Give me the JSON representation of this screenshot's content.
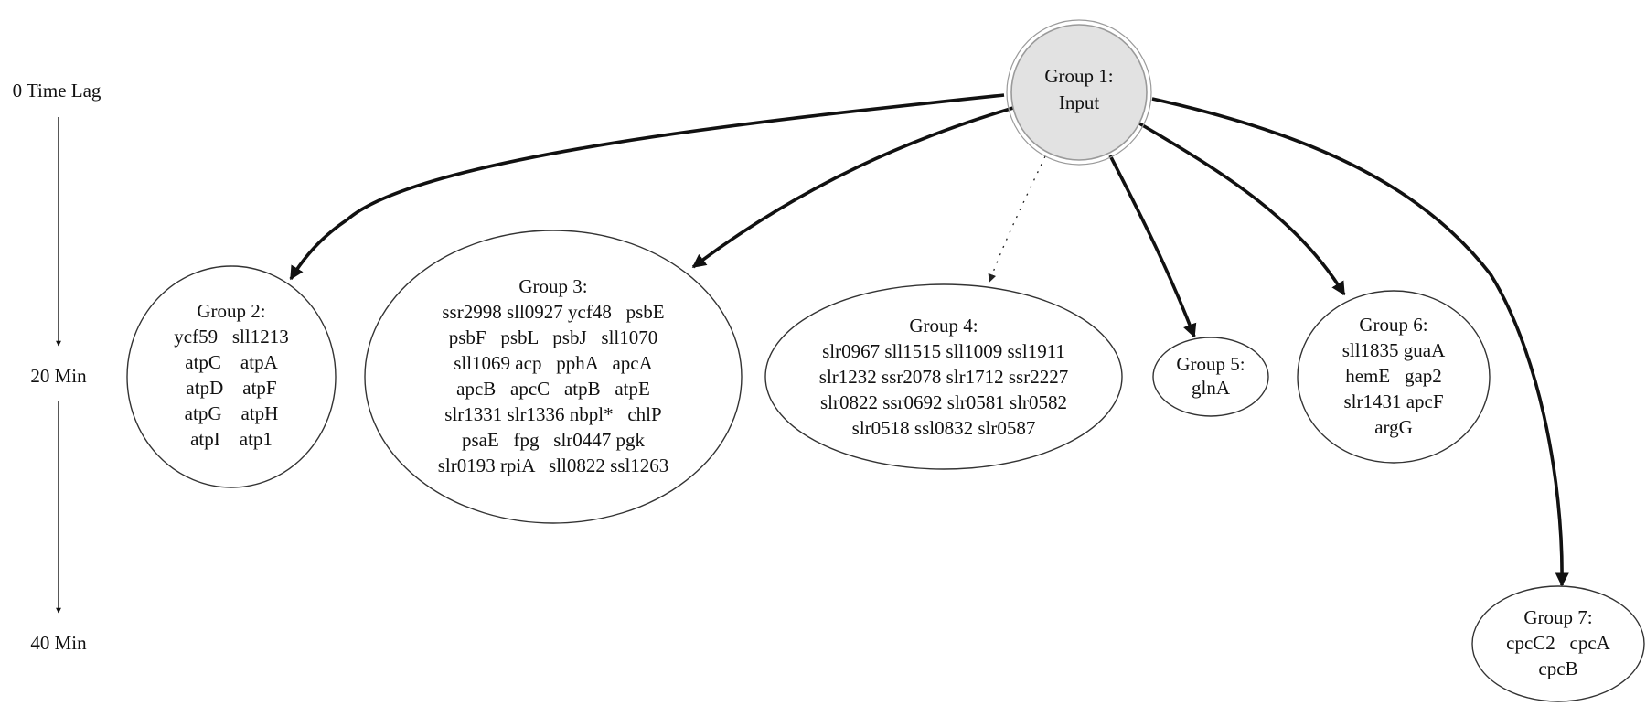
{
  "timeline": {
    "labels": [
      "0 Time Lag",
      "20 Min",
      "40 Min"
    ]
  },
  "groups": [
    {
      "id": "g1",
      "title": "Group 1:",
      "rows": [
        "Input"
      ]
    },
    {
      "id": "g2",
      "title": "Group 2:",
      "rows": [
        "ycf59   sll1213",
        "atpC    atpA",
        "atpD    atpF",
        "atpG    atpH",
        "atpI    atp1"
      ]
    },
    {
      "id": "g3",
      "title": "Group 3:",
      "rows": [
        "ssr2998 sll0927 ycf48   psbE",
        "psbF   psbL   psbJ   sll1070",
        "sll1069 acp   pphA   apcA",
        "apcB   apcC   atpB   atpE",
        "slr1331 slr1336 nbpl*   chlP",
        "psaE   fpg   slr0447 pgk",
        "slr0193 rpiA   sll0822 ssl1263"
      ]
    },
    {
      "id": "g4",
      "title": "Group 4:",
      "rows": [
        "slr0967 sll1515 sll1009 ssl1911",
        "slr1232 ssr2078 slr1712 ssr2227",
        "slr0822 ssr0692 slr0581 slr0582",
        "slr0518 ssl0832 slr0587"
      ]
    },
    {
      "id": "g5",
      "title": "Group 5:",
      "rows": [
        "glnA"
      ]
    },
    {
      "id": "g6",
      "title": "Group 6:",
      "rows": [
        "sll1835 guaA",
        "hemE   gap2",
        "slr1431 apcF",
        "argG"
      ]
    },
    {
      "id": "g7",
      "title": "Group 7:",
      "rows": [
        "cpcC2   cpcA",
        "cpcB"
      ]
    }
  ],
  "edges": [
    {
      "from": "g1",
      "to": "g2",
      "style": "solid"
    },
    {
      "from": "g1",
      "to": "g3",
      "style": "solid"
    },
    {
      "from": "g1",
      "to": "g4",
      "style": "dotted"
    },
    {
      "from": "g1",
      "to": "g5",
      "style": "solid"
    },
    {
      "from": "g1",
      "to": "g6",
      "style": "solid"
    },
    {
      "from": "g1",
      "to": "g7",
      "style": "solid"
    }
  ]
}
